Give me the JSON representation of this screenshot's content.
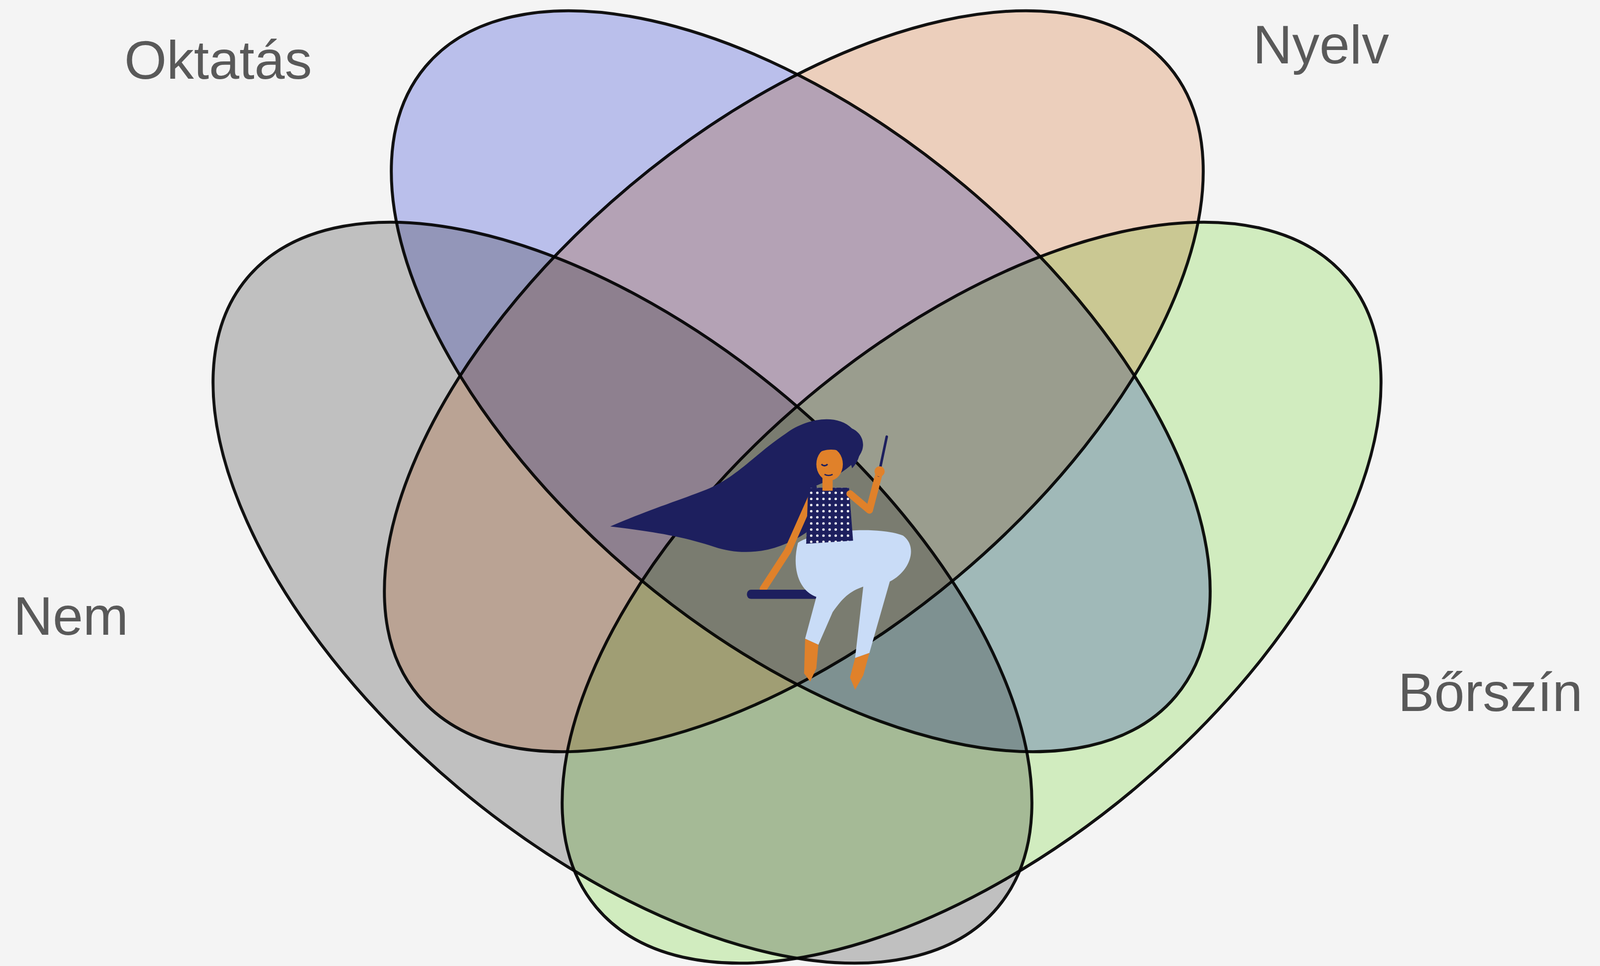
{
  "diagram": {
    "nodes": [
      {
        "text": [
          "Oktatás"
        ]
      },
      {
        "text": [
          "Nyelv"
        ]
      },
      {
        "text": [
          "Nem"
        ]
      },
      {
        "text": [
          "Bőrszín"
        ]
      }
    ]
  }
}
